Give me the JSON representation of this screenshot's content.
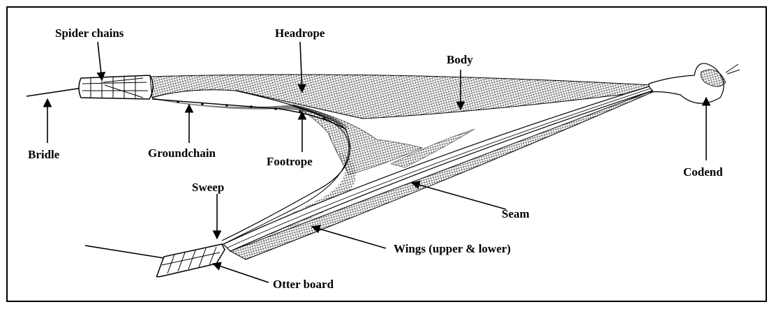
{
  "labels": {
    "spider_chains": "Spider chains",
    "headrope": "Headrope",
    "body": "Body",
    "bridle": "Bridle",
    "groundchain": "Groundchain",
    "footrope": "Footrope",
    "codend": "Codend",
    "sweep": "Sweep",
    "seam": "Seam",
    "wings": "Wings (upper & lower)",
    "otter_board": "Otter board"
  },
  "colors": {
    "ink": "#000000",
    "background": "#ffffff"
  }
}
